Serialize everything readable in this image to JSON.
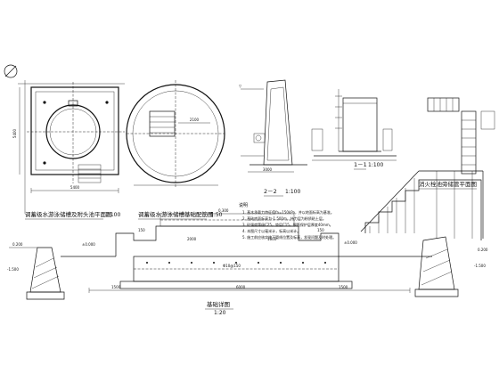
{
  "drawing": {
    "plan_view": {
      "title": "调蓄级水游泳储槽及附头池平面图",
      "scale": "1:100",
      "dim_bottom": "5400",
      "dim_left": "5400"
    },
    "round_view": {
      "title": "调蓄级水游泳储槽基础配筋图",
      "scale": "1:50",
      "dim_top": "2100"
    },
    "section_22": {
      "title": "2－2",
      "scale": "1:100",
      "dim": "3000"
    },
    "section_11": {
      "title": "1－1",
      "scale": "1:100"
    },
    "stair_plan": {
      "title": "消火栓池旁储管平面图"
    },
    "notes": {
      "heading": "说明",
      "items": [
        "1. 基本承载力特征值fa=150kPa，并以地面标高为基准。",
        "2. 基础底面标高为-1.500m，持力层为粉质粘土层。",
        "3. 砼强度等级C25，垫层C15，钢筋保护层厚度40mm。",
        "4. 本图尺寸以毫米计，标高以米计。",
        "5. 施工前应核实地下管线位置及标高，发现问题及时处理。"
      ]
    },
    "foundation_detail": {
      "title": "基础详图",
      "scale": "1:20",
      "levels": {
        "top_left": "0.200",
        "mid_left": "±0.000",
        "mid_center": "0.300",
        "right_ground": "±0.000",
        "right_top": "0.200",
        "bottom_left": "-1.500",
        "bottom_right": "-1.500"
      },
      "dims": {
        "d_left": "1500",
        "d_span": "2000",
        "d_mid1": "150",
        "d_mid2": "1600",
        "d_mid3": "150",
        "d_total": "6000",
        "d_right": "1500",
        "rebar_note": "Φ10@150"
      }
    }
  }
}
